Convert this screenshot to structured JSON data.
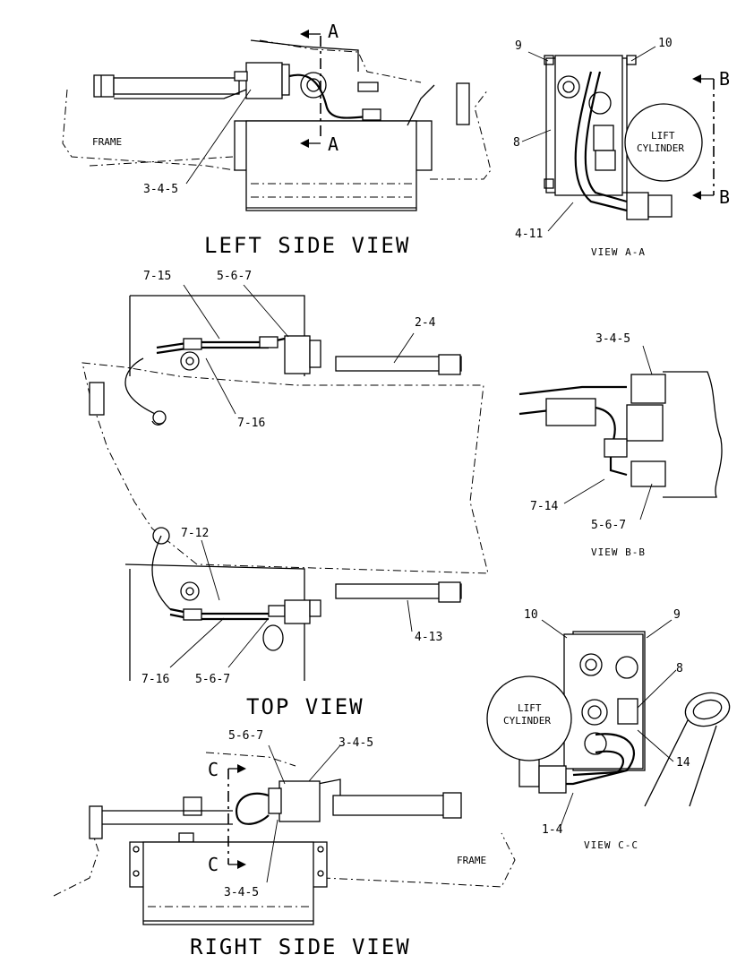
{
  "views": {
    "left_side": {
      "title": "LEFT SIDE VIEW",
      "frame_label": "FRAME",
      "callout": "3-4-5",
      "section_label": "A"
    },
    "top": {
      "title": "TOP VIEW",
      "callouts": {
        "c_7_15": "7-15",
        "c_5_6_7_a": "5-6-7",
        "c_2_4": "2-4",
        "c_7_16_a": "7-16",
        "c_7_12": "7-12",
        "c_4_13": "4-13",
        "c_7_16_b": "7-16",
        "c_5_6_7_b": "5-6-7"
      }
    },
    "right_side": {
      "title": "RIGHT SIDE VIEW",
      "frame_label": "FRAME",
      "callout_5_6_7": "5-6-7",
      "callout_3_4_5_top": "3-4-5",
      "callout_3_4_5_bottom": "3-4-5",
      "section_label": "C"
    },
    "view_a_a": {
      "title": "VIEW A-A",
      "cylinder_label_1": "LIFT",
      "cylinder_label_2": "CYLINDER",
      "c_9": "9",
      "c_10": "10",
      "c_8": "8",
      "c_4_11": "4-11",
      "section_label": "B"
    },
    "view_b_b": {
      "title": "VIEW B-B",
      "c_3_4_5": "3-4-5",
      "c_7_14": "7-14",
      "c_5_6_7": "5-6-7"
    },
    "view_c_c": {
      "title": "VIEW C-C",
      "cylinder_label_1": "LIFT",
      "cylinder_label_2": "CYLINDER",
      "c_10": "10",
      "c_9": "9",
      "c_8": "8",
      "c_14": "14",
      "c_1_4": "1-4"
    }
  }
}
